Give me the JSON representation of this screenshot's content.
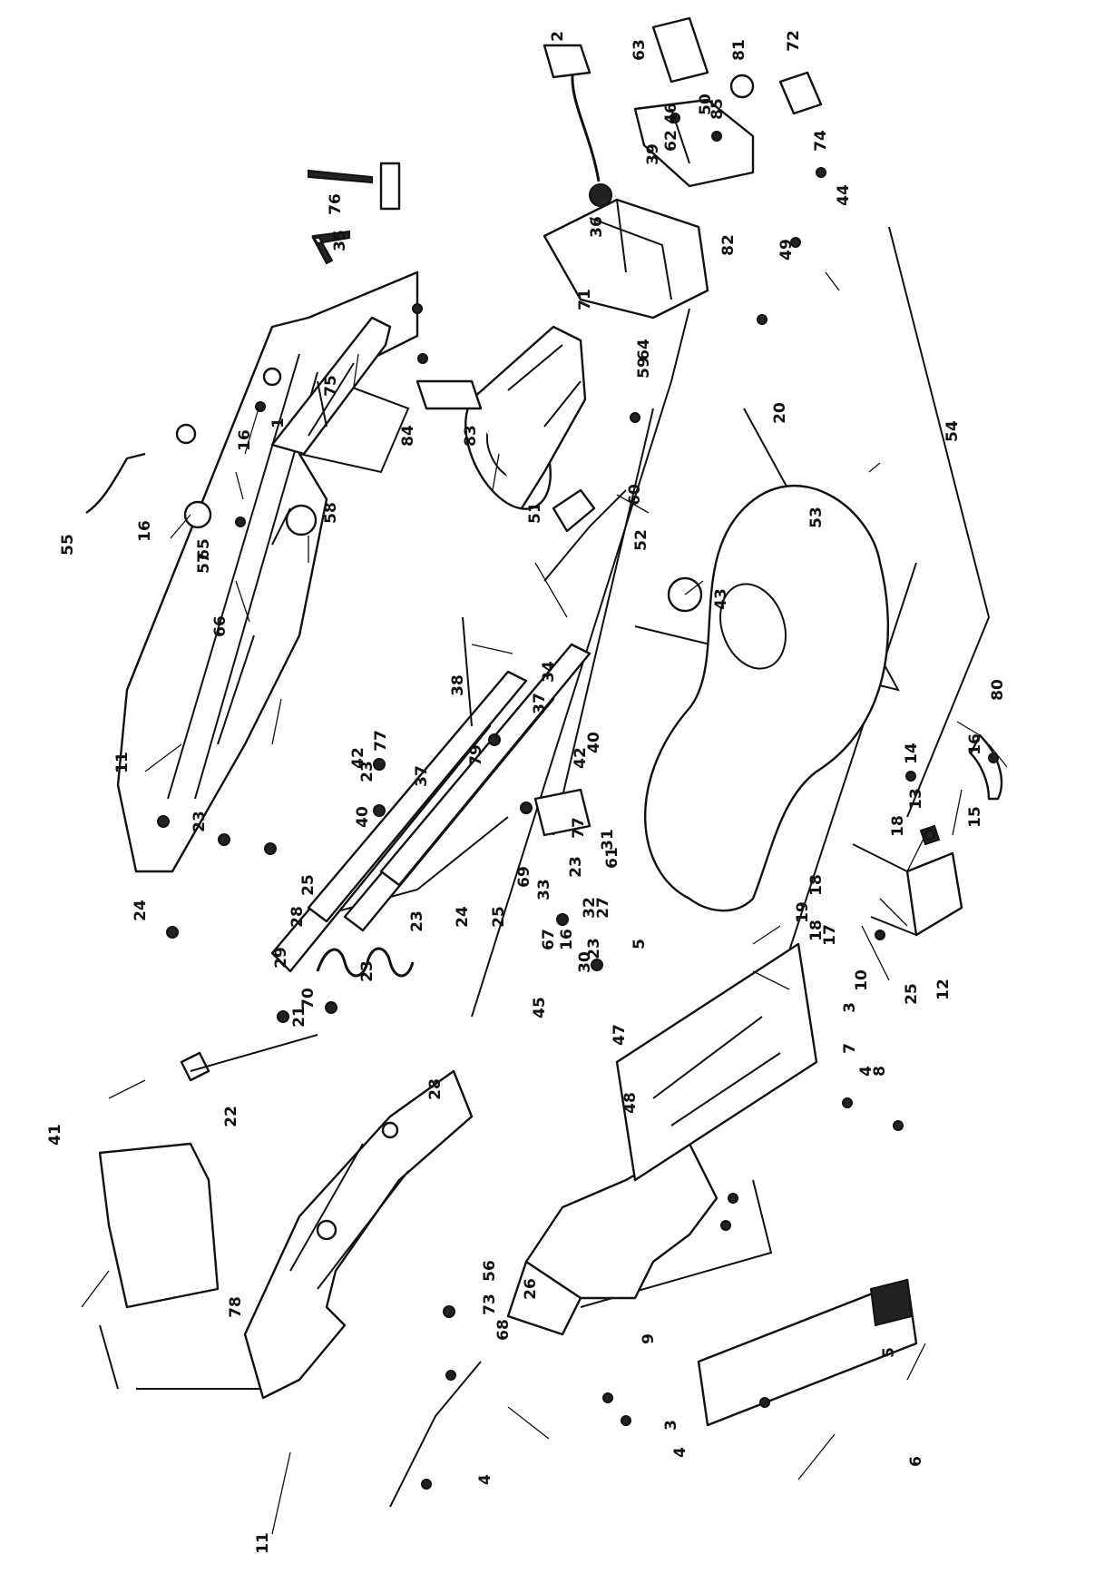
{
  "diagram": {
    "labels": [
      "1",
      "2",
      "3",
      "3",
      "4",
      "4",
      "4",
      "5",
      "5",
      "6",
      "7",
      "8",
      "9",
      "10",
      "11",
      "11",
      "12",
      "13",
      "14",
      "15",
      "16",
      "16",
      "16",
      "16",
      "17",
      "18",
      "18",
      "18",
      "19",
      "20",
      "21",
      "22",
      "23",
      "23",
      "23",
      "23",
      "23",
      "23",
      "24",
      "24",
      "25",
      "25",
      "25",
      "26",
      "27",
      "28",
      "28",
      "29",
      "30",
      "31",
      "32",
      "33",
      "34",
      "35",
      "36",
      "37",
      "37",
      "38",
      "39",
      "40",
      "40",
      "41",
      "42",
      "42",
      "43",
      "44",
      "45",
      "46",
      "47",
      "48",
      "49",
      "50",
      "51",
      "52",
      "53",
      "54",
      "55",
      "56",
      "57",
      "58",
      "59",
      "60",
      "61",
      "62",
      "63",
      "64",
      "65",
      "66",
      "67",
      "68",
      "69",
      "70",
      "71",
      "72",
      "73",
      "74",
      "75",
      "76",
      "77",
      "77",
      "78",
      "79",
      "80",
      "81",
      "82",
      "83",
      "84",
      "85"
    ]
  },
  "colors": {
    "line": "#111111",
    "background": "#ffffff"
  }
}
